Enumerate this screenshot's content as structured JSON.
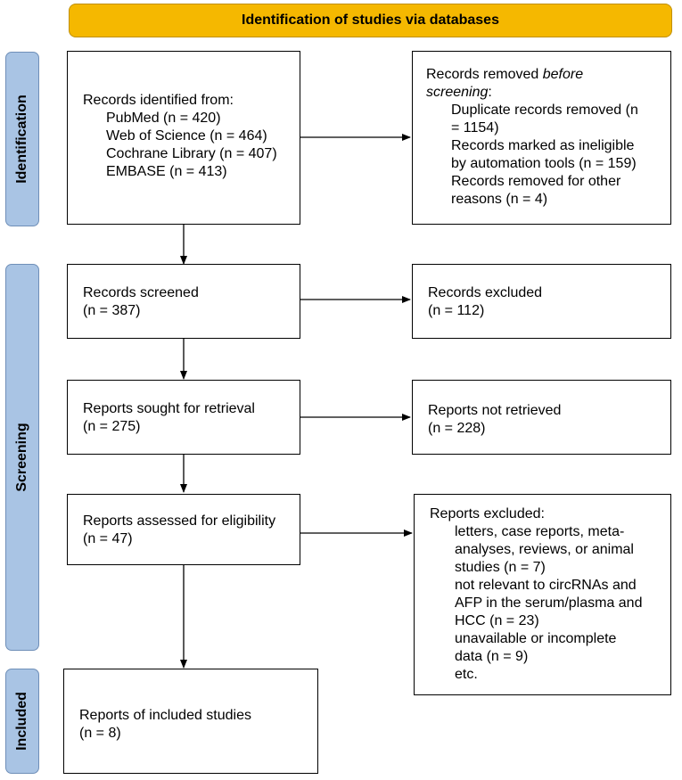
{
  "header": {
    "title": "Identification of studies via databases"
  },
  "sidebars": {
    "identification": "Identification",
    "screening": "Screening",
    "included": "Included"
  },
  "boxes": {
    "records_identified": {
      "title": "Records identified from:",
      "sources": [
        "PubMed (n = 420)",
        "Web of Science (n = 464)",
        "Cochrane Library (n = 407)",
        "EMBASE (n = 413)"
      ]
    },
    "records_removed": {
      "title_prefix": "Records removed ",
      "title_emph": "before",
      "title_emph2": "screening",
      "title_suffix": ":",
      "lines": [
        "Duplicate records removed (n",
        "= 1154)",
        "Records marked as ineligible",
        "by automation tools (n = 159)",
        "Records removed for other",
        "reasons (n = 4)"
      ]
    },
    "records_screened": {
      "label": "Records screened",
      "n": "(n = 387)"
    },
    "records_excluded": {
      "label": "Records excluded",
      "n": "(n = 112)"
    },
    "reports_sought": {
      "label": "Reports sought for retrieval",
      "n": "(n = 275)"
    },
    "reports_not_retrieved": {
      "label": "Reports not retrieved",
      "n": "(n = 228)"
    },
    "reports_assessed": {
      "label": "Reports assessed for eligibility",
      "n": "(n = 47)"
    },
    "reports_excluded": {
      "title": "Reports excluded:",
      "lines": [
        "letters, case reports, meta-",
        "analyses, reviews, or animal",
        "studies (n = 7)",
        "not relevant to circRNAs and",
        "AFP in the serum/plasma and",
        "HCC (n = 23)",
        "unavailable or incomplete",
        "data (n = 9)",
        "etc."
      ]
    },
    "included_studies": {
      "label": "Reports of included studies",
      "n": "(n = 8)"
    }
  },
  "colors": {
    "header": "#f5b800",
    "sidebar": "#a9c4e4"
  }
}
